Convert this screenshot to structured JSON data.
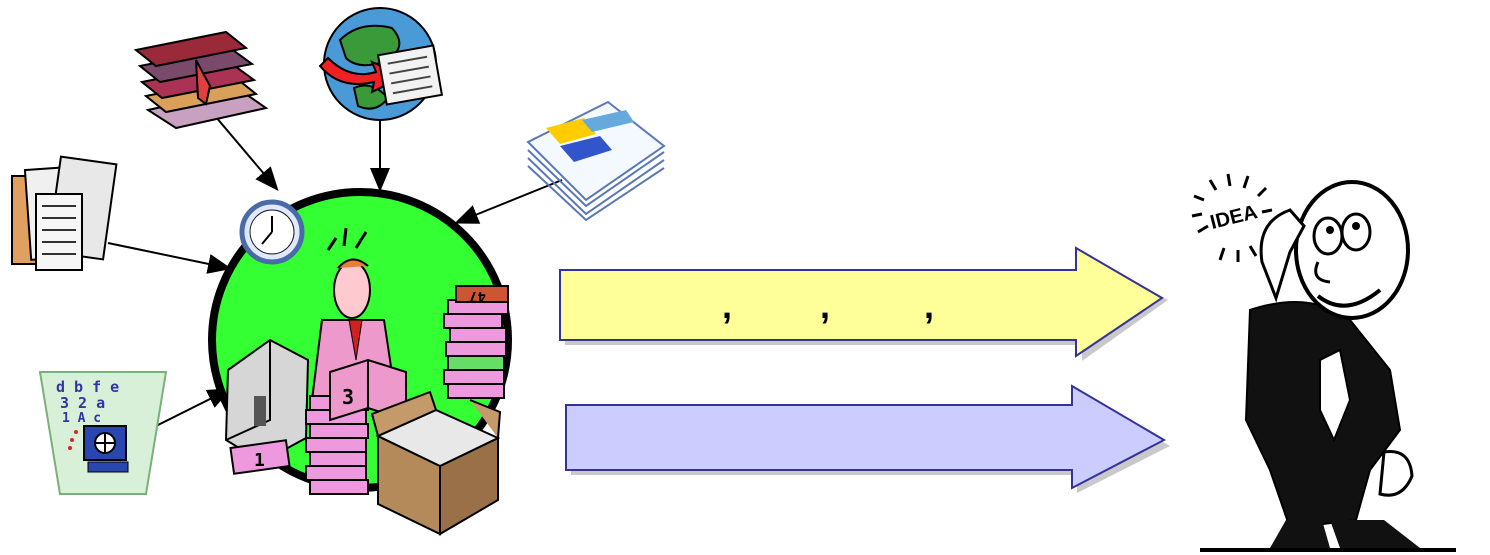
{
  "diagram": {
    "yellow_arrow": {
      "text_1": ",",
      "text_2": ",",
      "text_3": ",",
      "fill": "#ffff99"
    },
    "blue_arrow": {
      "fill": "#ccccff"
    },
    "hub_circle": {
      "fill": "#33ff33",
      "ring": "#000000"
    },
    "sources": [
      {
        "name": "books-stack-icon"
      },
      {
        "name": "globe-newspaper-icon"
      },
      {
        "name": "printed-reports-icon"
      },
      {
        "name": "newspapers-icon"
      },
      {
        "name": "computer-alphabet-icon"
      }
    ],
    "thinker": {
      "idea_text": "IDEA"
    },
    "book_labels": {
      "cover_a": "3",
      "cover_b": "1",
      "cover_c": "47"
    }
  }
}
